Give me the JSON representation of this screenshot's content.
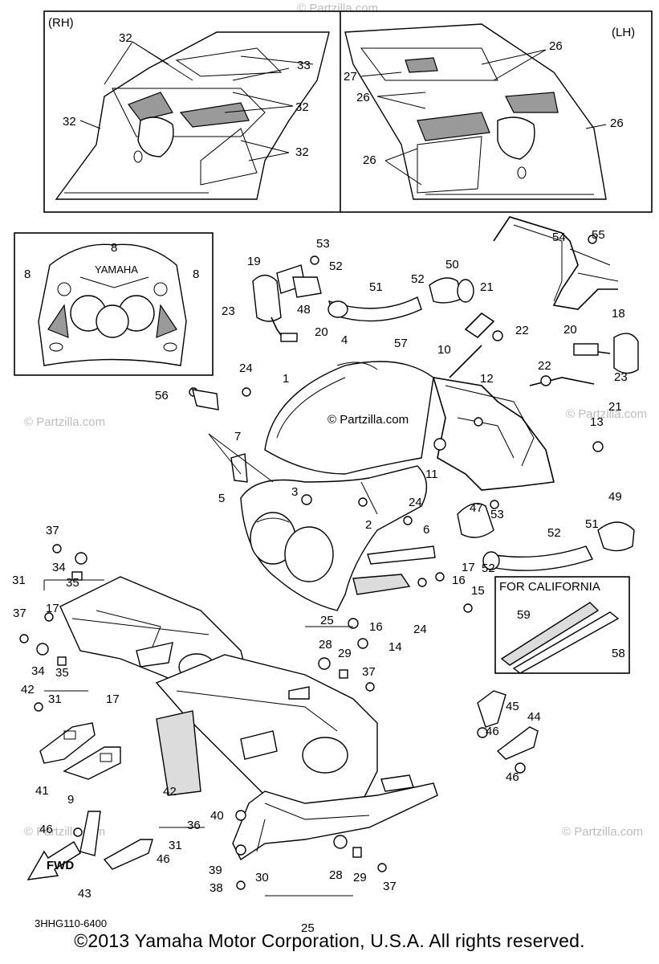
{
  "inset_labels": {
    "right_hand": "(RH)",
    "left_hand": "(LH)"
  },
  "california_label": "FOR CALIFORNIA",
  "diagram_code": "3HHG110-6400",
  "fwd_label": "FWD",
  "watermark_center": "© Partzilla.com",
  "watermark_small": "© Partzilla.com",
  "copyright": "©2013  Yamaha Motor Corporation, U.S.A. All rights reserved.",
  "decal_text": "YAMAHA",
  "callouts": [
    "1",
    "2",
    "3",
    "4",
    "5",
    "6",
    "7",
    "8",
    "9",
    "10",
    "11",
    "12",
    "13",
    "14",
    "15",
    "16",
    "17",
    "18",
    "19",
    "20",
    "21",
    "22",
    "23",
    "24",
    "25",
    "26",
    "27",
    "28",
    "29",
    "30",
    "31",
    "32",
    "33",
    "34",
    "35",
    "36",
    "37",
    "38",
    "39",
    "40",
    "41",
    "42",
    "43",
    "44",
    "45",
    "46",
    "47",
    "48",
    "49",
    "50",
    "51",
    "52",
    "53",
    "54",
    "55",
    "56",
    "57",
    "58",
    "59"
  ]
}
